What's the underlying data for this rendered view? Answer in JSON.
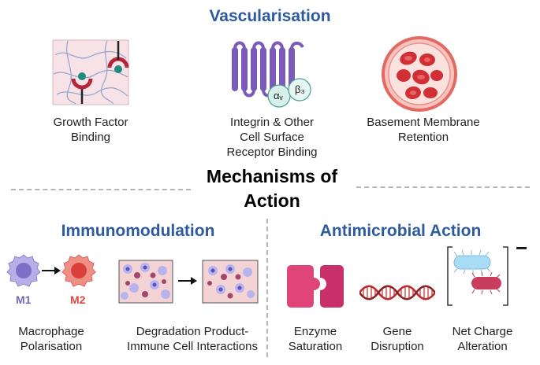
{
  "title_vascularisation": "Vascularisation",
  "center_title_line1": "Mechanisms of",
  "center_title_line2": "Action",
  "title_immunomodulation": "Immunomodulation",
  "title_antimicrobial": "Antimicrobial Action",
  "vascular_items": [
    {
      "line1": "Growth Factor",
      "line2": "Binding",
      "line3": ""
    },
    {
      "line1": "Integrin & Other",
      "line2": "Cell Surface",
      "line3": "Receptor Binding"
    },
    {
      "line1": "Basement Membrane",
      "line2": "Retention",
      "line3": ""
    }
  ],
  "integrin_labels": {
    "alpha": "αᵥ",
    "beta": "β₃"
  },
  "immuno_items": [
    {
      "line1": "Macrophage",
      "line2": "Polarisation"
    },
    {
      "line1": "Degradation Product-",
      "line2": "Immune Cell Interactions"
    }
  ],
  "macrophage_labels": {
    "m1": "M1",
    "m2": "M2"
  },
  "antimicrobial_items": [
    {
      "line1": "Enzyme",
      "line2": "Saturation"
    },
    {
      "line1": "Gene",
      "line2": "Disruption"
    },
    {
      "line1": "Net Charge",
      "line2": "Alteration"
    }
  ],
  "charge_symbol": "−",
  "colors": {
    "section_title": "#2e5aa0",
    "integrin_purple": "#7b5bb8",
    "m1_purple": "#a99be0",
    "m2_red": "#e35a5a",
    "enzyme_pink": "#e0457a",
    "dna_red": "#c0282d",
    "blood_red": "#d63a3a",
    "bacteria_blue": "#9fd4f2",
    "bacteria_red": "#c83c5c"
  },
  "icons": [
    "growth-factor-icon",
    "integrin-receptor-icon",
    "basement-membrane-icon",
    "arrow-right-icon",
    "macrophage-m1-icon",
    "macrophage-m2-icon",
    "cell-tissue-icon",
    "enzyme-icon",
    "dna-helix-icon",
    "bacteria-icon"
  ]
}
